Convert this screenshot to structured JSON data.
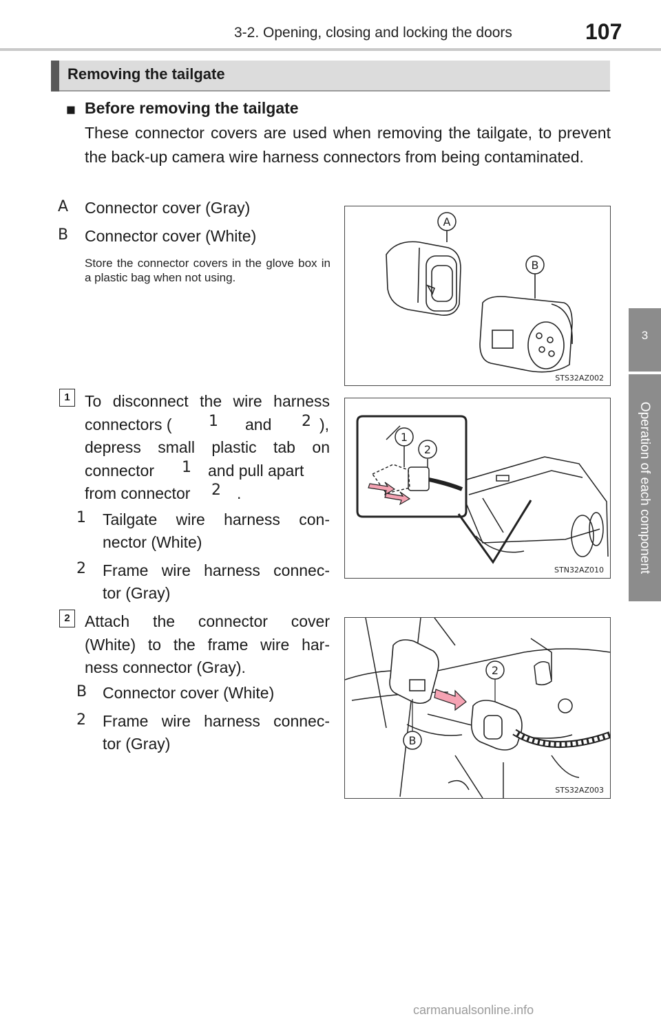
{
  "header": {
    "section": "3-2. Opening, closing and locking the doors",
    "page": "107"
  },
  "side_tab": {
    "number": "3",
    "label": "Operation of each component"
  },
  "section": {
    "title": "Removing the tailgate",
    "bullet": "■",
    "subheading": "Before removing the tailgate",
    "intro": "These connector covers are used when removing the tailgate, to prevent the back-up camera wire harness connectors from being contaminated."
  },
  "labels": {
    "a": "A",
    "b": "B",
    "one": "1",
    "two": "2"
  },
  "covers": {
    "a_text": "Connector cover (Gray)",
    "b_text": "Connector cover (White)",
    "note": "Store the connector covers in the glove box in a plastic bag when not using."
  },
  "step1": {
    "number": "1",
    "l1": "To disconnect the wire harness",
    "l2a": "connectors (",
    "l2b": "and",
    "l2c": "),",
    "l3": "depress small plastic tab on",
    "l4a": "connector",
    "l4b": "and pull apart",
    "l5a": "from connector",
    "l5b": ".",
    "item1_l1": "Tailgate wire harness con-",
    "item1_l2": "nector (White)",
    "item2_l1": "Frame wire harness connec-",
    "item2_l2": "tor (Gray)"
  },
  "step2": {
    "number": "2",
    "l1": "Attach the connector cover",
    "l2": "(White) to the frame wire har-",
    "l3": "ness connector (Gray).",
    "itemB": "Connector cover (White)",
    "item2_l1": "Frame wire harness connec-",
    "item2_l2": "tor (Gray)"
  },
  "figures": {
    "fig1_code": "STS32AZ002",
    "fig2_code": "STN32AZ010",
    "fig3_code": "STS32AZ003"
  },
  "footer": "carmanualsonline.info"
}
